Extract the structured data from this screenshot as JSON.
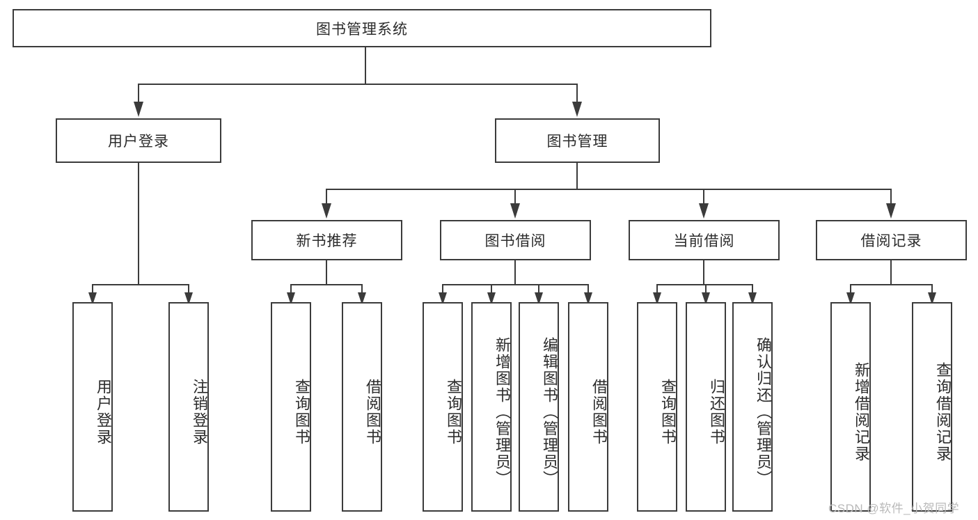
{
  "diagram": {
    "title": "图书管理系统",
    "root": {
      "label": "图书管理系统",
      "id": "system-root"
    },
    "level2": [
      {
        "id": "user-login",
        "label": "用户登录"
      },
      {
        "id": "book-management",
        "label": "图书管理"
      }
    ],
    "level3": [
      {
        "id": "new-book-recommend",
        "label": "新书推荐"
      },
      {
        "id": "book-borrow",
        "label": "图书借阅"
      },
      {
        "id": "current-borrow",
        "label": "当前借阅"
      },
      {
        "id": "borrow-record",
        "label": "借阅记录"
      }
    ],
    "leaves": {
      "user_login": [
        {
          "id": "leaf-user-login",
          "label": "用户登录"
        },
        {
          "id": "leaf-logout-login",
          "label": "注销登录"
        }
      ],
      "new_book_recommend": [
        {
          "id": "leaf-query-book-1",
          "label": "查询图书"
        },
        {
          "id": "leaf-borrow-book-1",
          "label": "借阅图书"
        }
      ],
      "book_borrow": [
        {
          "id": "leaf-query-book-2",
          "label": "查询图书"
        },
        {
          "id": "leaf-add-book",
          "label": "新增图书（管理员）"
        },
        {
          "id": "leaf-edit-book",
          "label": "编辑图书（管理员）"
        },
        {
          "id": "leaf-borrow-book-2",
          "label": "借阅图书"
        }
      ],
      "current_borrow": [
        {
          "id": "leaf-query-book-3",
          "label": "查询图书"
        },
        {
          "id": "leaf-return-book",
          "label": "归还图书"
        },
        {
          "id": "leaf-confirm-return",
          "label": "确认归还（管理员）"
        }
      ],
      "borrow_record": [
        {
          "id": "leaf-add-borrow-record",
          "label": "新增借阅记录"
        },
        {
          "id": "leaf-query-borrow-record",
          "label": "查询借阅记录"
        }
      ]
    },
    "watermark": "CSDN @软件_小贺同学",
    "colors": {
      "stroke": "#3b3b3b",
      "background": "#ffffff",
      "text": "#2b2b2b",
      "watermark": "#b9b9b9"
    }
  }
}
